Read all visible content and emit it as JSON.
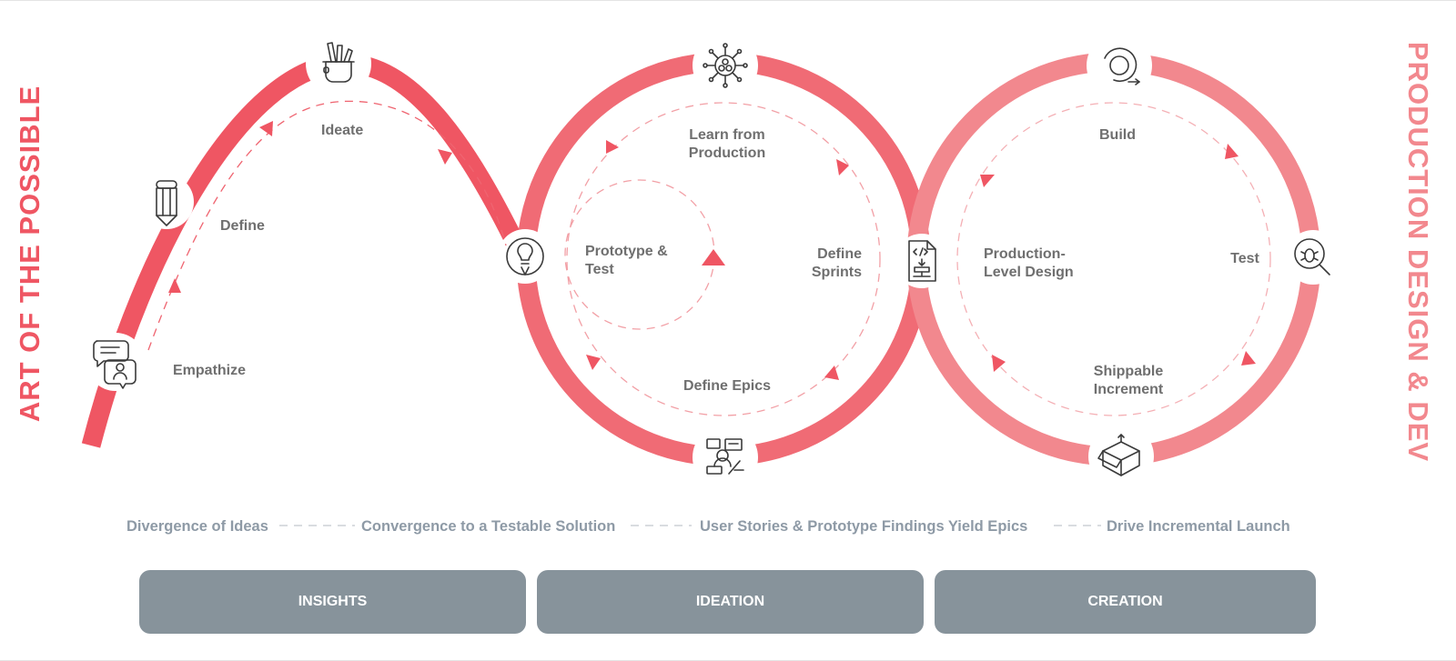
{
  "side_labels": {
    "left": "ART OF THE POSSIBLE",
    "right": "PRODUCTION DESIGN & DEV"
  },
  "steps": {
    "empathize": "Empathize",
    "define": "Define",
    "ideate": "Ideate",
    "prototype_line1": "Prototype &",
    "prototype_line2": "Test",
    "learn_line1": "Learn from",
    "learn_line2": "Production",
    "define_sprints_line1": "Define",
    "define_sprints_line2": "Sprints",
    "define_epics": "Define Epics",
    "production_line1": "Production-",
    "production_line2": "Level Design",
    "build": "Build",
    "test": "Test",
    "shippable_line1": "Shippable",
    "shippable_line2": "Increment"
  },
  "flow": [
    "Divergence of Ideas",
    "Convergence to a Testable Solution",
    "User Stories & Prototype Findings Yield Epics",
    "Drive Incremental Launch"
  ],
  "phases": [
    "INSIGHTS",
    "IDEATION",
    "CREATION"
  ],
  "colors": {
    "dark_red": "#ef5663",
    "mid_red": "#f06b75",
    "light_red": "#f2888e",
    "gray": "#87939b"
  },
  "icons": [
    "chat-user-icon",
    "pencil-icon",
    "pencil-cup-icon",
    "lightbulb-pen-icon",
    "network-icon",
    "team-board-icon",
    "code-file-icon",
    "refresh-icon",
    "bug-search-icon",
    "box-icon"
  ]
}
